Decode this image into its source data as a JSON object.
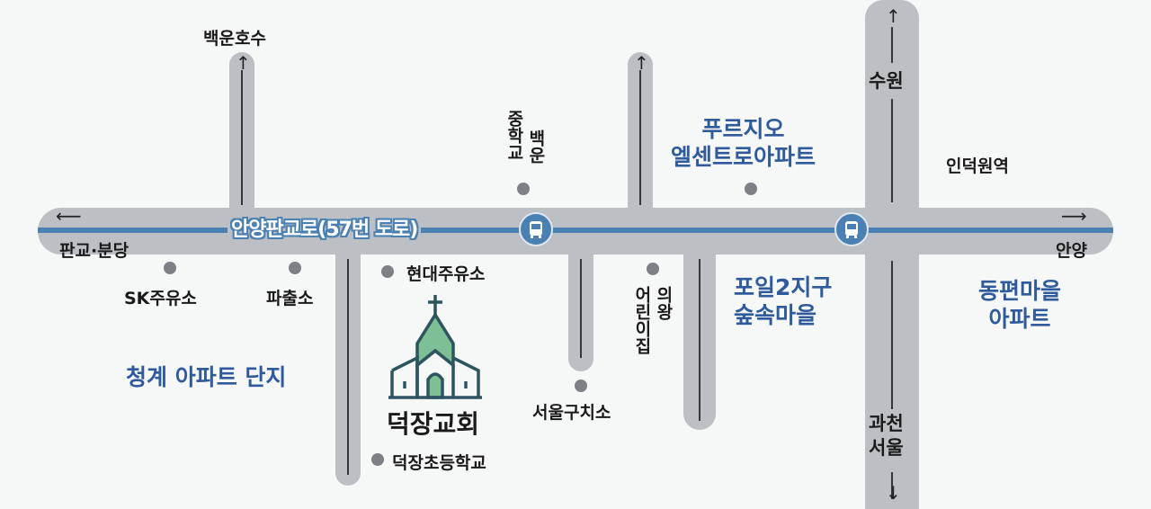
{
  "road_name": "안양판교로(57번 도로)",
  "directions": {
    "left": "판교·분당",
    "right": "안양",
    "up_left": "백운호수",
    "up_big": "수원",
    "down_big": "과천\n서울"
  },
  "landmarks": {
    "church": "덕장교회",
    "sk": "SK주유소",
    "police": "파출소",
    "hyundai": "현대주유소",
    "school": "덕장초등학교",
    "dental": "서울구치소",
    "middle_a": "백운",
    "middle_b": "중학교",
    "kinder_a": "의왕",
    "kinder_b": "어린이집",
    "station": "인덕원역"
  },
  "areas": {
    "cheonggye": "청계 아파트 단지",
    "prugio": "푸르지오\n엘센트로아파트",
    "poil": "포일2지구\n숲속마을",
    "dongpyeon": "동편마을\n아파트"
  },
  "icons": [
    "bus-icon",
    "church-icon",
    "arrow-icon"
  ],
  "colors": {
    "road": "#bcc0c4",
    "route": "#4a80b2",
    "area_text": "#2f5b9c",
    "church_green": "#7fbf96",
    "church_line": "#2d5560"
  }
}
